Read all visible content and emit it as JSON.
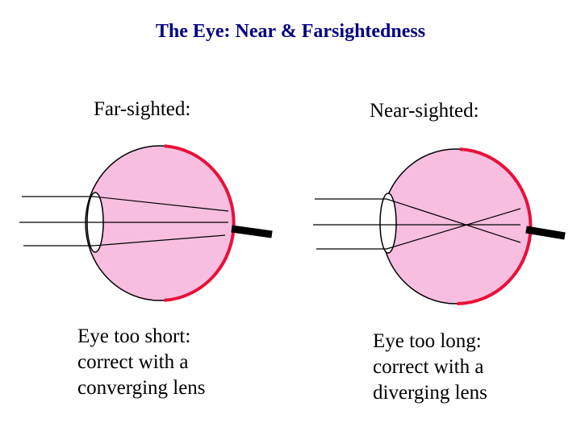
{
  "slide": {
    "title": "The Eye: Near & Farsightedness"
  },
  "far_sighted": {
    "label": "Far-sighted:",
    "caption": [
      "Eye too short:",
      "correct with a",
      "converging lens"
    ]
  },
  "near_sighted": {
    "label": "Near-sighted:",
    "caption": [
      "Eye too long:",
      "correct with a",
      "diverging lens"
    ]
  },
  "colors": {
    "title": "#000080",
    "eyeball_fill": "#F8BEDF",
    "retina": "#E8103A",
    "outline": "#000000",
    "lens_fill": "#FFFFFF",
    "optic_nerve": "#000000"
  }
}
